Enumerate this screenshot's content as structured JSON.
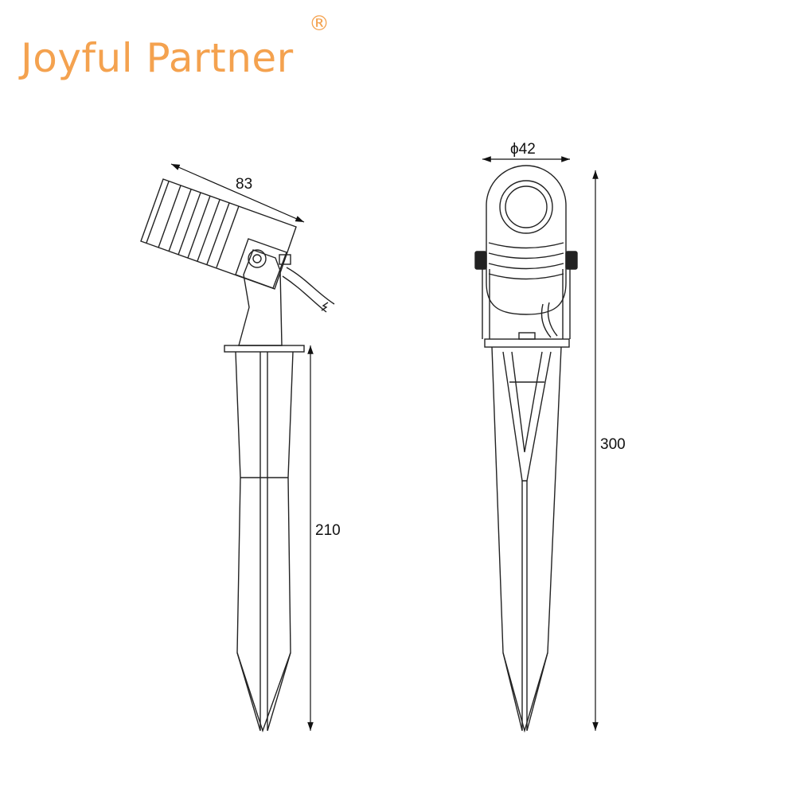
{
  "brand": {
    "name": "Joyful Partner",
    "registered_mark": "®",
    "color": "#F4A24F"
  },
  "dimensions": {
    "length": "83",
    "diameter": "ϕ42",
    "stake_height": "210",
    "total_height": "300"
  },
  "views": [
    "side-view",
    "front-view"
  ]
}
